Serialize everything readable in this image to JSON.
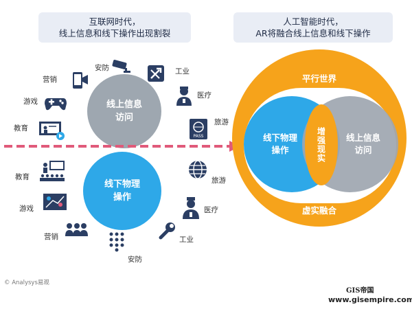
{
  "left_panel": {
    "title_line1": "互联网时代，",
    "title_line2": "线上信息和线下操作出现割裂",
    "online_circle": {
      "line1": "线上信息",
      "line2": "访问"
    },
    "offline_circle": {
      "line1": "线下物理",
      "line2": "操作"
    },
    "online_items": [
      {
        "label": "营销",
        "icon": "megaphone-phone-icon"
      },
      {
        "label": "安防",
        "icon": "security-camera-icon"
      },
      {
        "label": "工业",
        "icon": "tools-icon"
      },
      {
        "label": "医疗",
        "icon": "doctor-icon"
      },
      {
        "label": "旅游",
        "icon": "passport-icon"
      },
      {
        "label": "游戏",
        "icon": "gamepad-icon"
      },
      {
        "label": "教育",
        "icon": "video-lesson-icon"
      }
    ],
    "offline_items": [
      {
        "label": "教育",
        "icon": "classroom-icon"
      },
      {
        "label": "游戏",
        "icon": "board-game-icon"
      },
      {
        "label": "营销",
        "icon": "people-icon"
      },
      {
        "label": "安防",
        "icon": "keypad-icon"
      },
      {
        "label": "工业",
        "icon": "wrench-icon"
      },
      {
        "label": "医疗",
        "icon": "nurse-icon"
      },
      {
        "label": "旅游",
        "icon": "globe-icon"
      }
    ]
  },
  "right_panel": {
    "title_line1": "人工智能时代，",
    "title_line2": "AR将融合线上信息和线下操作",
    "top_label": "平行世界",
    "bottom_label": "虚实融合",
    "left_circle": {
      "line1": "线下物理",
      "line2": "操作"
    },
    "right_circle": {
      "line1": "线上信息",
      "line2": "访问"
    },
    "overlap_label": "增强现实"
  },
  "footer": {
    "credit": "© Analysys易观",
    "brand": "GIS帝国",
    "url": "www.gisempire.com"
  },
  "colors": {
    "blue": "#2ea8e8",
    "gray": "#9ea7b0",
    "orange": "#f6a31b",
    "icon": "#2b3e63",
    "arrow": "#e05a7a",
    "title_bg": "#e9edf5"
  }
}
